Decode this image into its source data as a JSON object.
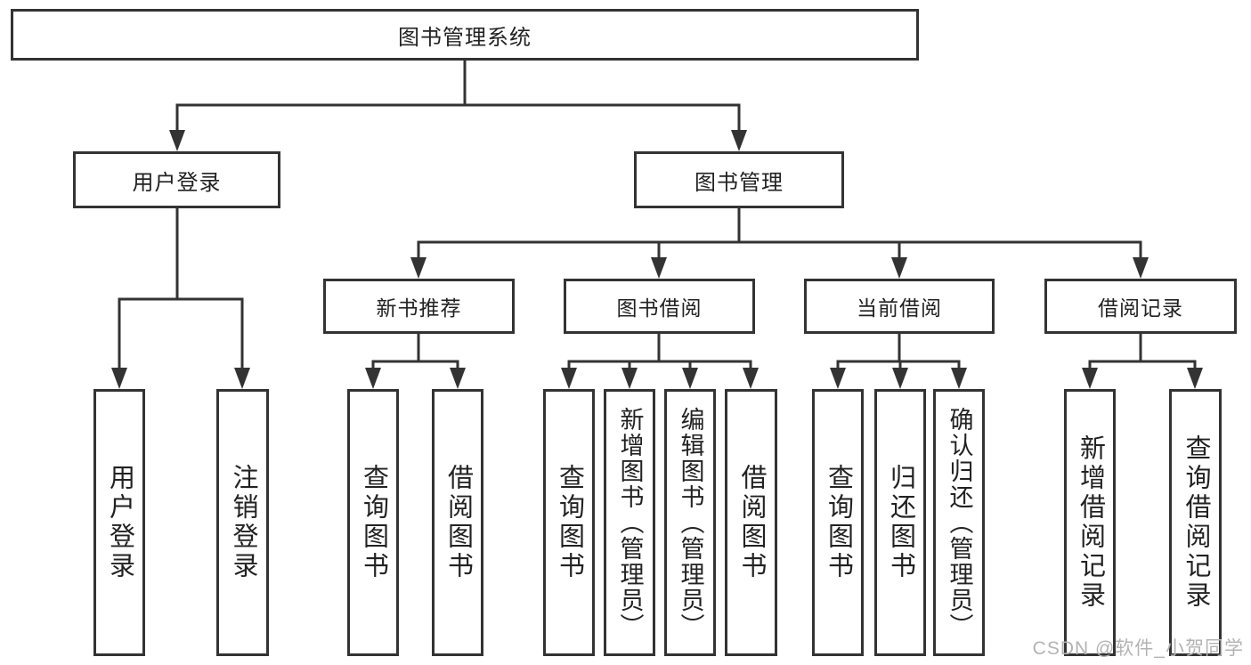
{
  "diagram": {
    "type": "hierarchy-flowchart",
    "colors": {
      "line": "#333333",
      "border": "#333333",
      "text": "#222222",
      "box_background": "#ffffff",
      "page_background": "#ffffff",
      "watermark": "#b3b3b3"
    },
    "root": {
      "label": "图书管理系统"
    },
    "level2": [
      {
        "label": "用户登录"
      },
      {
        "label": "图书管理"
      }
    ],
    "level3": [
      {
        "label": "新书推荐",
        "parent": "图书管理"
      },
      {
        "label": "图书借阅",
        "parent": "图书管理"
      },
      {
        "label": "当前借阅",
        "parent": "图书管理"
      },
      {
        "label": "借阅记录",
        "parent": "图书管理"
      }
    ],
    "leaves": [
      {
        "label": "用户登录",
        "parent": "用户登录"
      },
      {
        "label": "注销登录",
        "parent": "用户登录"
      },
      {
        "label": "查询图书",
        "parent": "新书推荐"
      },
      {
        "label": "借阅图书",
        "parent": "新书推荐"
      },
      {
        "label": "查询图书",
        "parent": "图书借阅"
      },
      {
        "label": "新增图书（管理员）",
        "parent": "图书借阅"
      },
      {
        "label": "编辑图书（管理员）",
        "parent": "图书借阅"
      },
      {
        "label": "借阅图书",
        "parent": "图书借阅"
      },
      {
        "label": "查询图书",
        "parent": "当前借阅"
      },
      {
        "label": "归还图书",
        "parent": "当前借阅"
      },
      {
        "label": "确认归还（管理员）",
        "parent": "当前借阅"
      },
      {
        "label": "新增借阅记录",
        "parent": "借阅记录"
      },
      {
        "label": "查询借阅记录",
        "parent": "借阅记录"
      }
    ]
  },
  "watermark": {
    "text": "CSDN @软件_小贺同学"
  }
}
